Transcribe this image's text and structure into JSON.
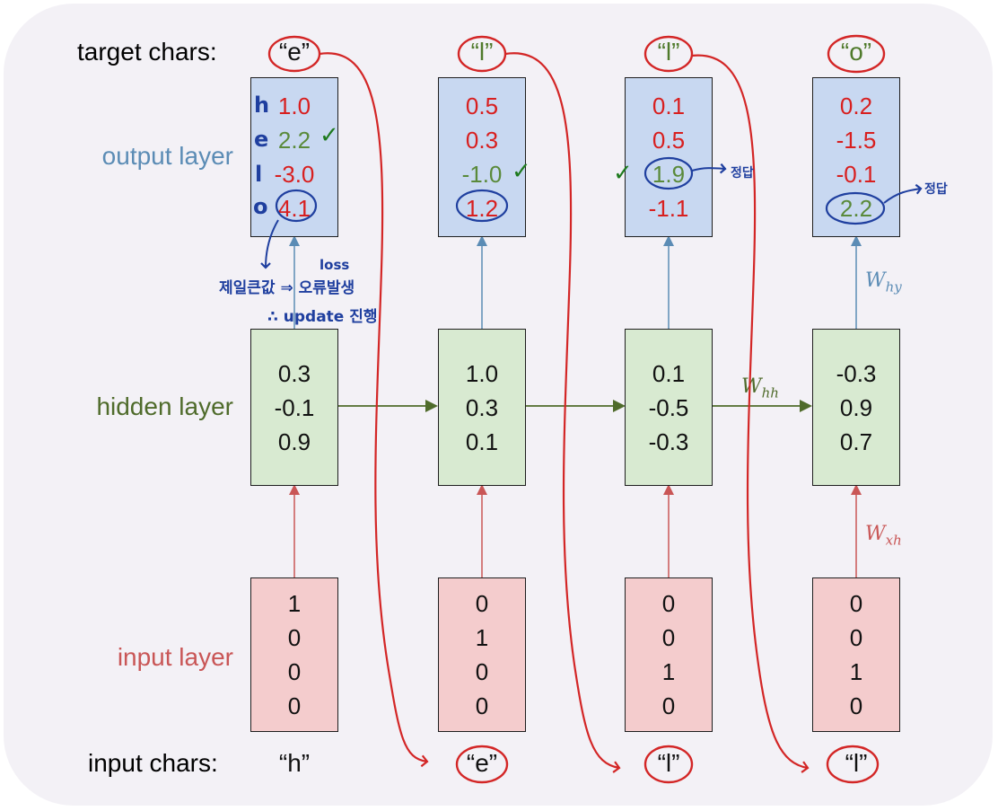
{
  "labels": {
    "target_chars": "target chars:",
    "output_layer": "output layer",
    "hidden_layer": "hidden layer",
    "input_layer": "input layer",
    "input_chars": "input chars:"
  },
  "target_chars": [
    "“e”",
    "“l”",
    "“l”",
    "“o”"
  ],
  "input_chars": [
    "“h”",
    "“e”",
    "“l”",
    "“l”"
  ],
  "output_values": [
    [
      "1.0",
      "2.2",
      "-3.0",
      "4.1"
    ],
    [
      "0.5",
      "0.3",
      "-1.0",
      "1.2"
    ],
    [
      "0.1",
      "0.5",
      "1.9",
      "-1.1"
    ],
    [
      "0.2",
      "-1.5",
      "-0.1",
      "2.2"
    ]
  ],
  "hidden_values": [
    [
      "0.3",
      "-0.1",
      "0.9"
    ],
    [
      "1.0",
      "0.3",
      "0.1"
    ],
    [
      "0.1",
      "-0.5",
      "-0.3"
    ],
    [
      "-0.3",
      "0.9",
      "0.7"
    ]
  ],
  "input_values": [
    [
      "1",
      "0",
      "0",
      "0"
    ],
    [
      "0",
      "1",
      "0",
      "0"
    ],
    [
      "0",
      "0",
      "1",
      "0"
    ],
    [
      "0",
      "0",
      "1",
      "0"
    ]
  ],
  "weights": {
    "why": "W",
    "why_sub": "hy",
    "whh": "W",
    "whh_sub": "hh",
    "wxh": "W",
    "wxh_sub": "xh"
  },
  "vocab_letters": [
    "h",
    "e",
    "l",
    "o"
  ],
  "annotations": {
    "loss_note_line1": "loss",
    "loss_note_line2": "제일큰값 ⇒ 오류발생",
    "loss_note_line3": "∴ update 진행",
    "correct_1": "정답",
    "correct_2": "정답",
    "check": "✓"
  },
  "colors": {
    "output_fill": "#c8d8f1",
    "hidden_fill": "#d8ead1",
    "input_fill": "#f4cccd",
    "output_label": "#5b8cb5",
    "hidden_label": "#4f6b2b",
    "input_label": "#c95656",
    "annotation_red": "#d32626",
    "annotation_blue": "#1f3f9f",
    "check_green": "#1e7a1e"
  }
}
